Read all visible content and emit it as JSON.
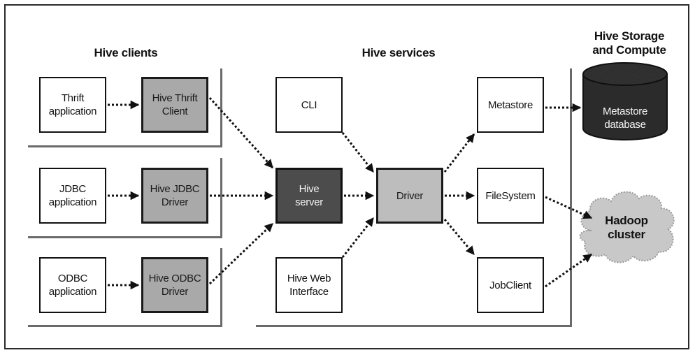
{
  "headings": {
    "clients": "Hive clients",
    "services": "Hive services",
    "storage_line1": "Hive Storage",
    "storage_line2": "and Compute"
  },
  "clients": {
    "thrift_app": [
      "Thrift",
      "application"
    ],
    "thrift_client": [
      "Hive Thrift",
      "Client"
    ],
    "jdbc_app": [
      "JDBC",
      "application"
    ],
    "jdbc_driver": [
      "Hive JDBC",
      "Driver"
    ],
    "odbc_app": [
      "ODBC",
      "application"
    ],
    "odbc_driver": [
      "Hive ODBC",
      "Driver"
    ]
  },
  "services": {
    "cli": "CLI",
    "hive_server": [
      "Hive",
      "server"
    ],
    "hive_web": [
      "Hive Web",
      "Interface"
    ],
    "driver": "Driver",
    "metastore": "Metastore",
    "filesystem": "FileSystem",
    "jobclient": "JobClient"
  },
  "storage": {
    "metastore_db": [
      "Metastore",
      "database"
    ],
    "hadoop": [
      "Hadoop",
      "cluster"
    ]
  },
  "colors": {
    "border": "#111111",
    "client_driver_fill": "#a9a9a9",
    "server_fill": "#4c4c4c",
    "driver_fill": "#bdbdbd",
    "database_fill": "#2b2b2b",
    "cloud_fill": "#c8c8c8"
  }
}
